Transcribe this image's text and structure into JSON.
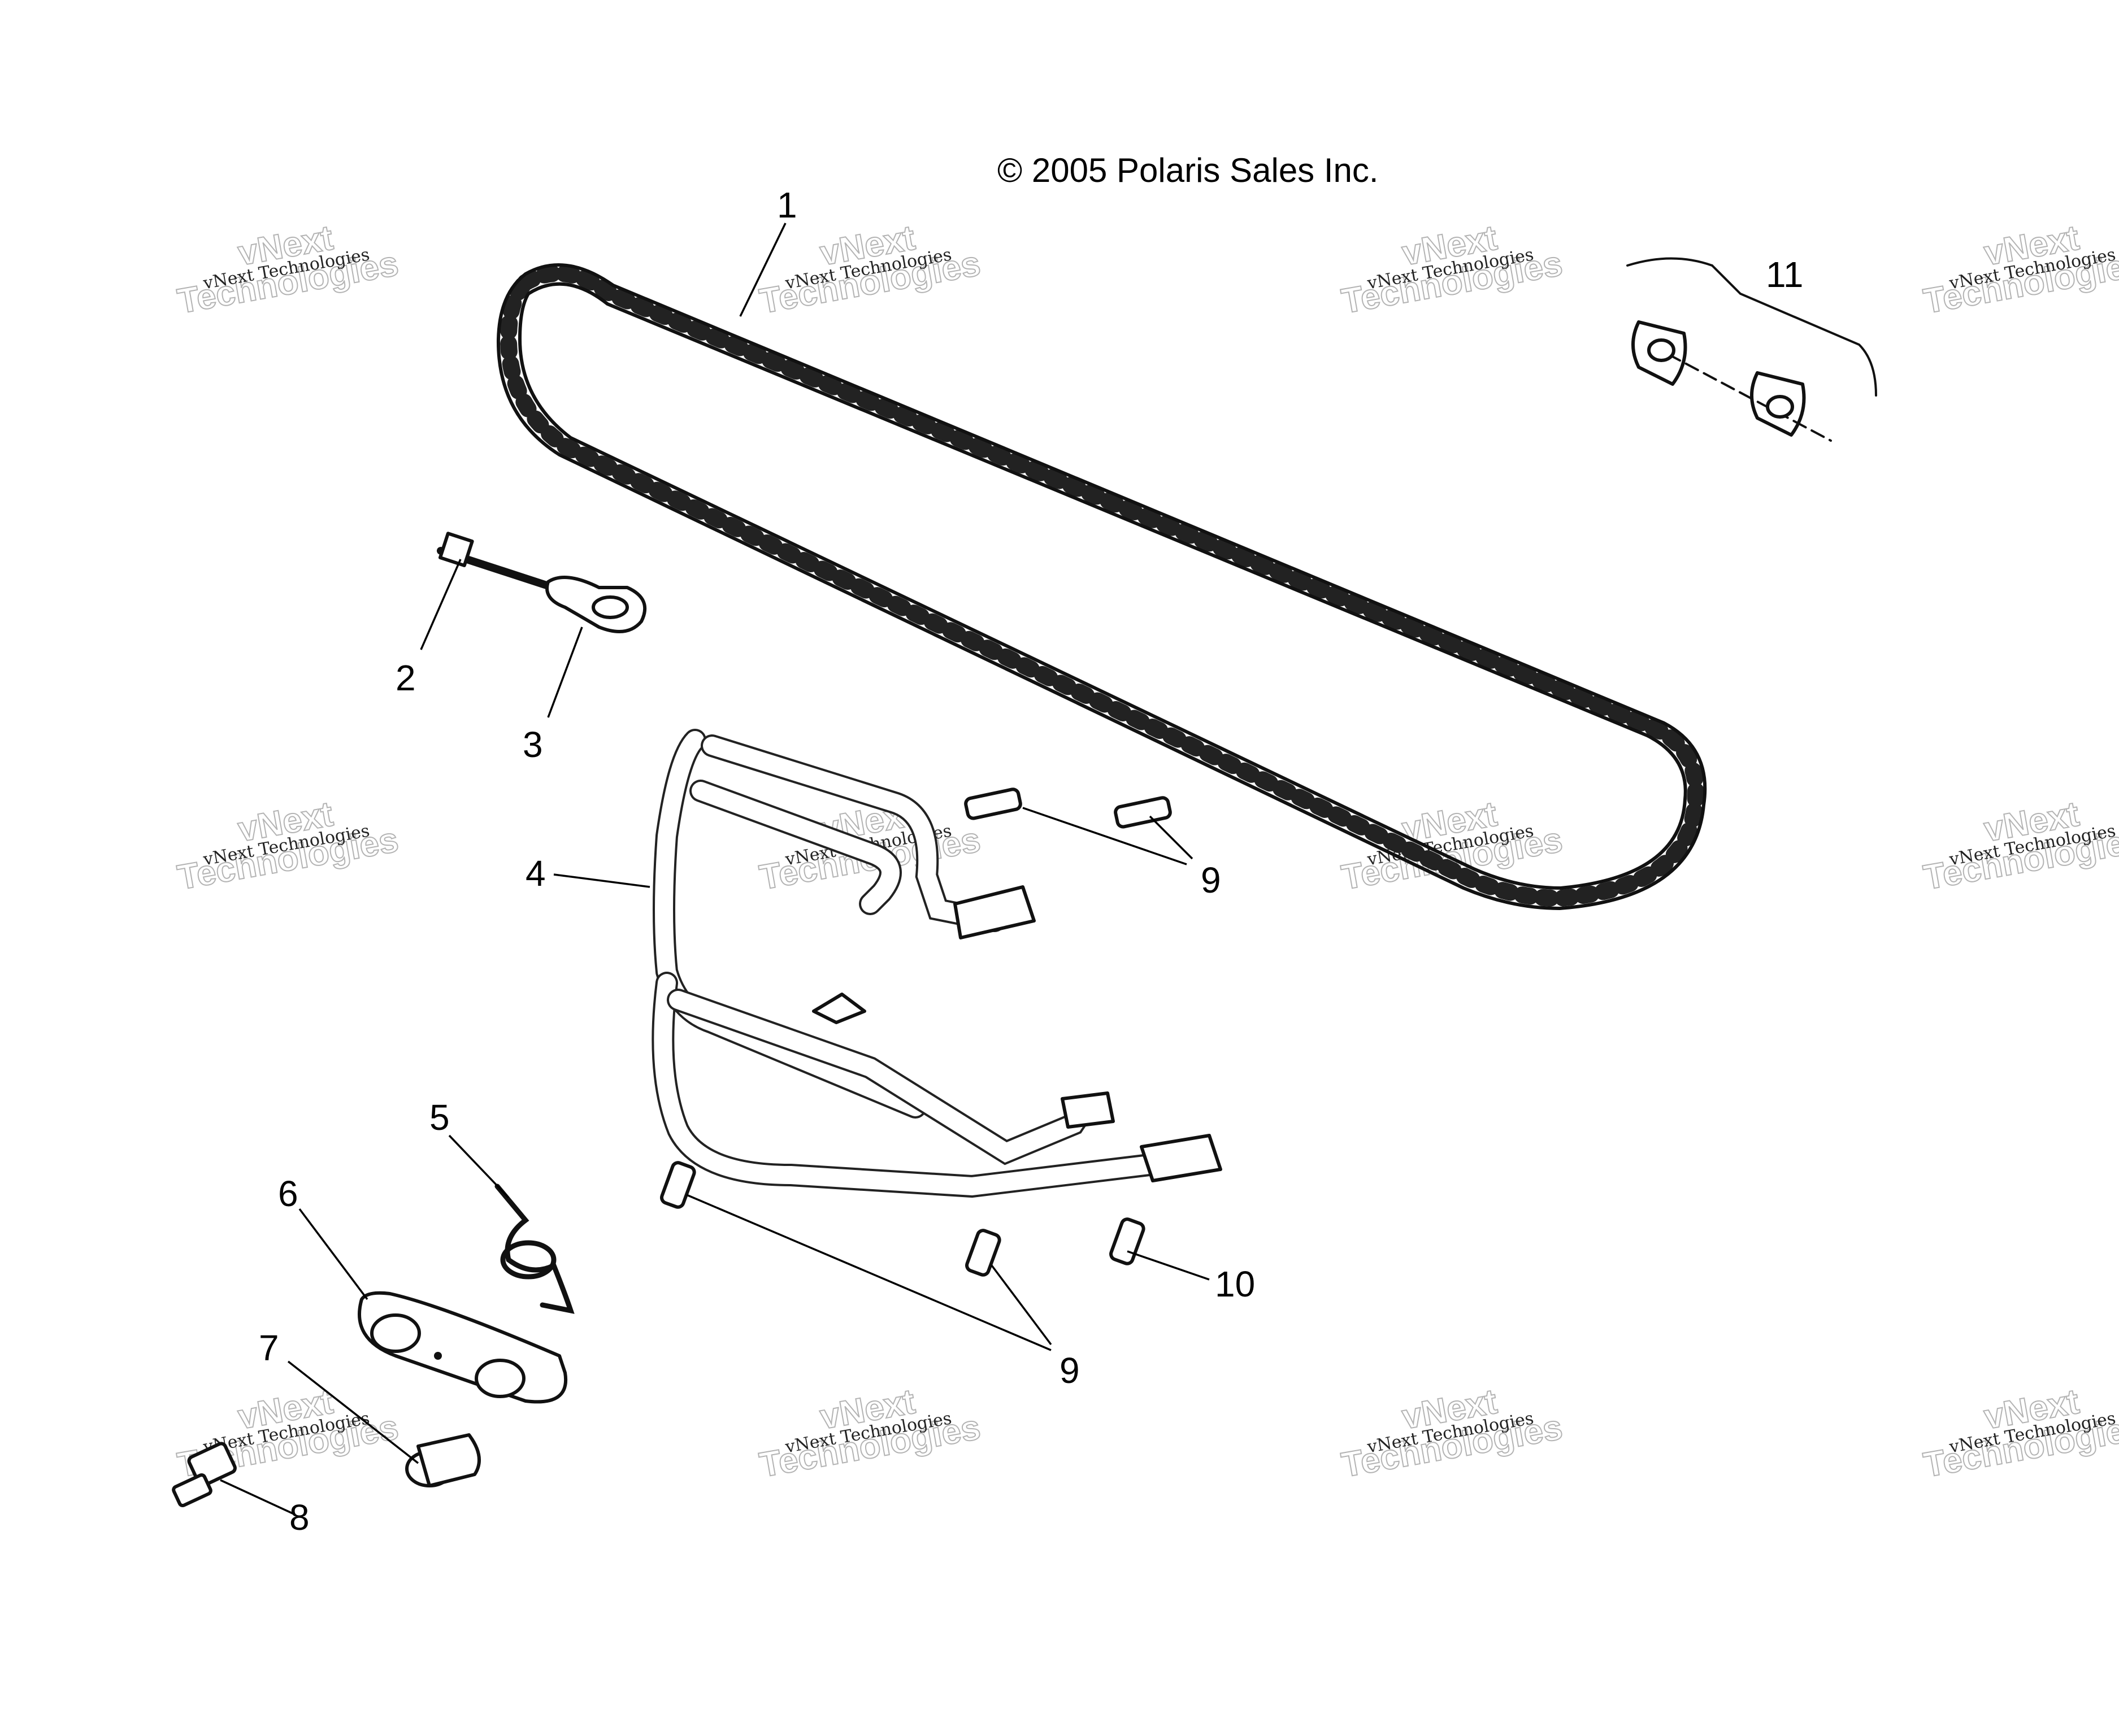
{
  "copyright": "© 2005 Polaris Sales Inc.",
  "callouts": [
    "1",
    "2",
    "3",
    "4",
    "5",
    "6",
    "7",
    "8",
    "9",
    "9",
    "9",
    "10",
    "11"
  ],
  "watermark": {
    "line1": "vNext Technologies",
    "line2a": "vNext",
    "line2b": "Technologies"
  }
}
